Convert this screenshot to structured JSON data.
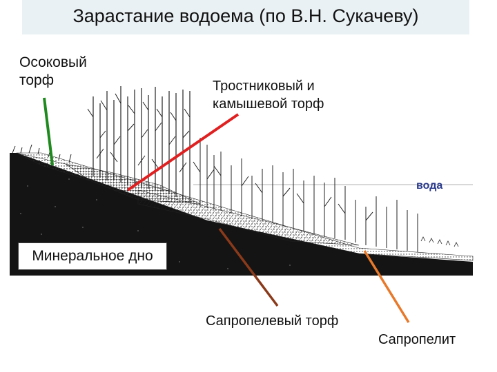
{
  "title": "Зарастание водоема (по В.Н. Сукачеву)",
  "labels": {
    "sedge_peat_line1": "Осоковый",
    "sedge_peat_line2": "торф",
    "reed_peat_line1": "Тростниковый и",
    "reed_peat_line2": "камышевой торф",
    "water": "вода",
    "mineral_bottom": "Минеральное дно",
    "sapropel_peat": "Сапропелевый торф",
    "sapropelite": "Сапропелит"
  },
  "arrow_colors": {
    "sedge_peat": "#1e8a1e",
    "reed_peat": "#e02020",
    "sapropel_peat": "#8a3a1a",
    "sapropelite": "#e8792a"
  }
}
